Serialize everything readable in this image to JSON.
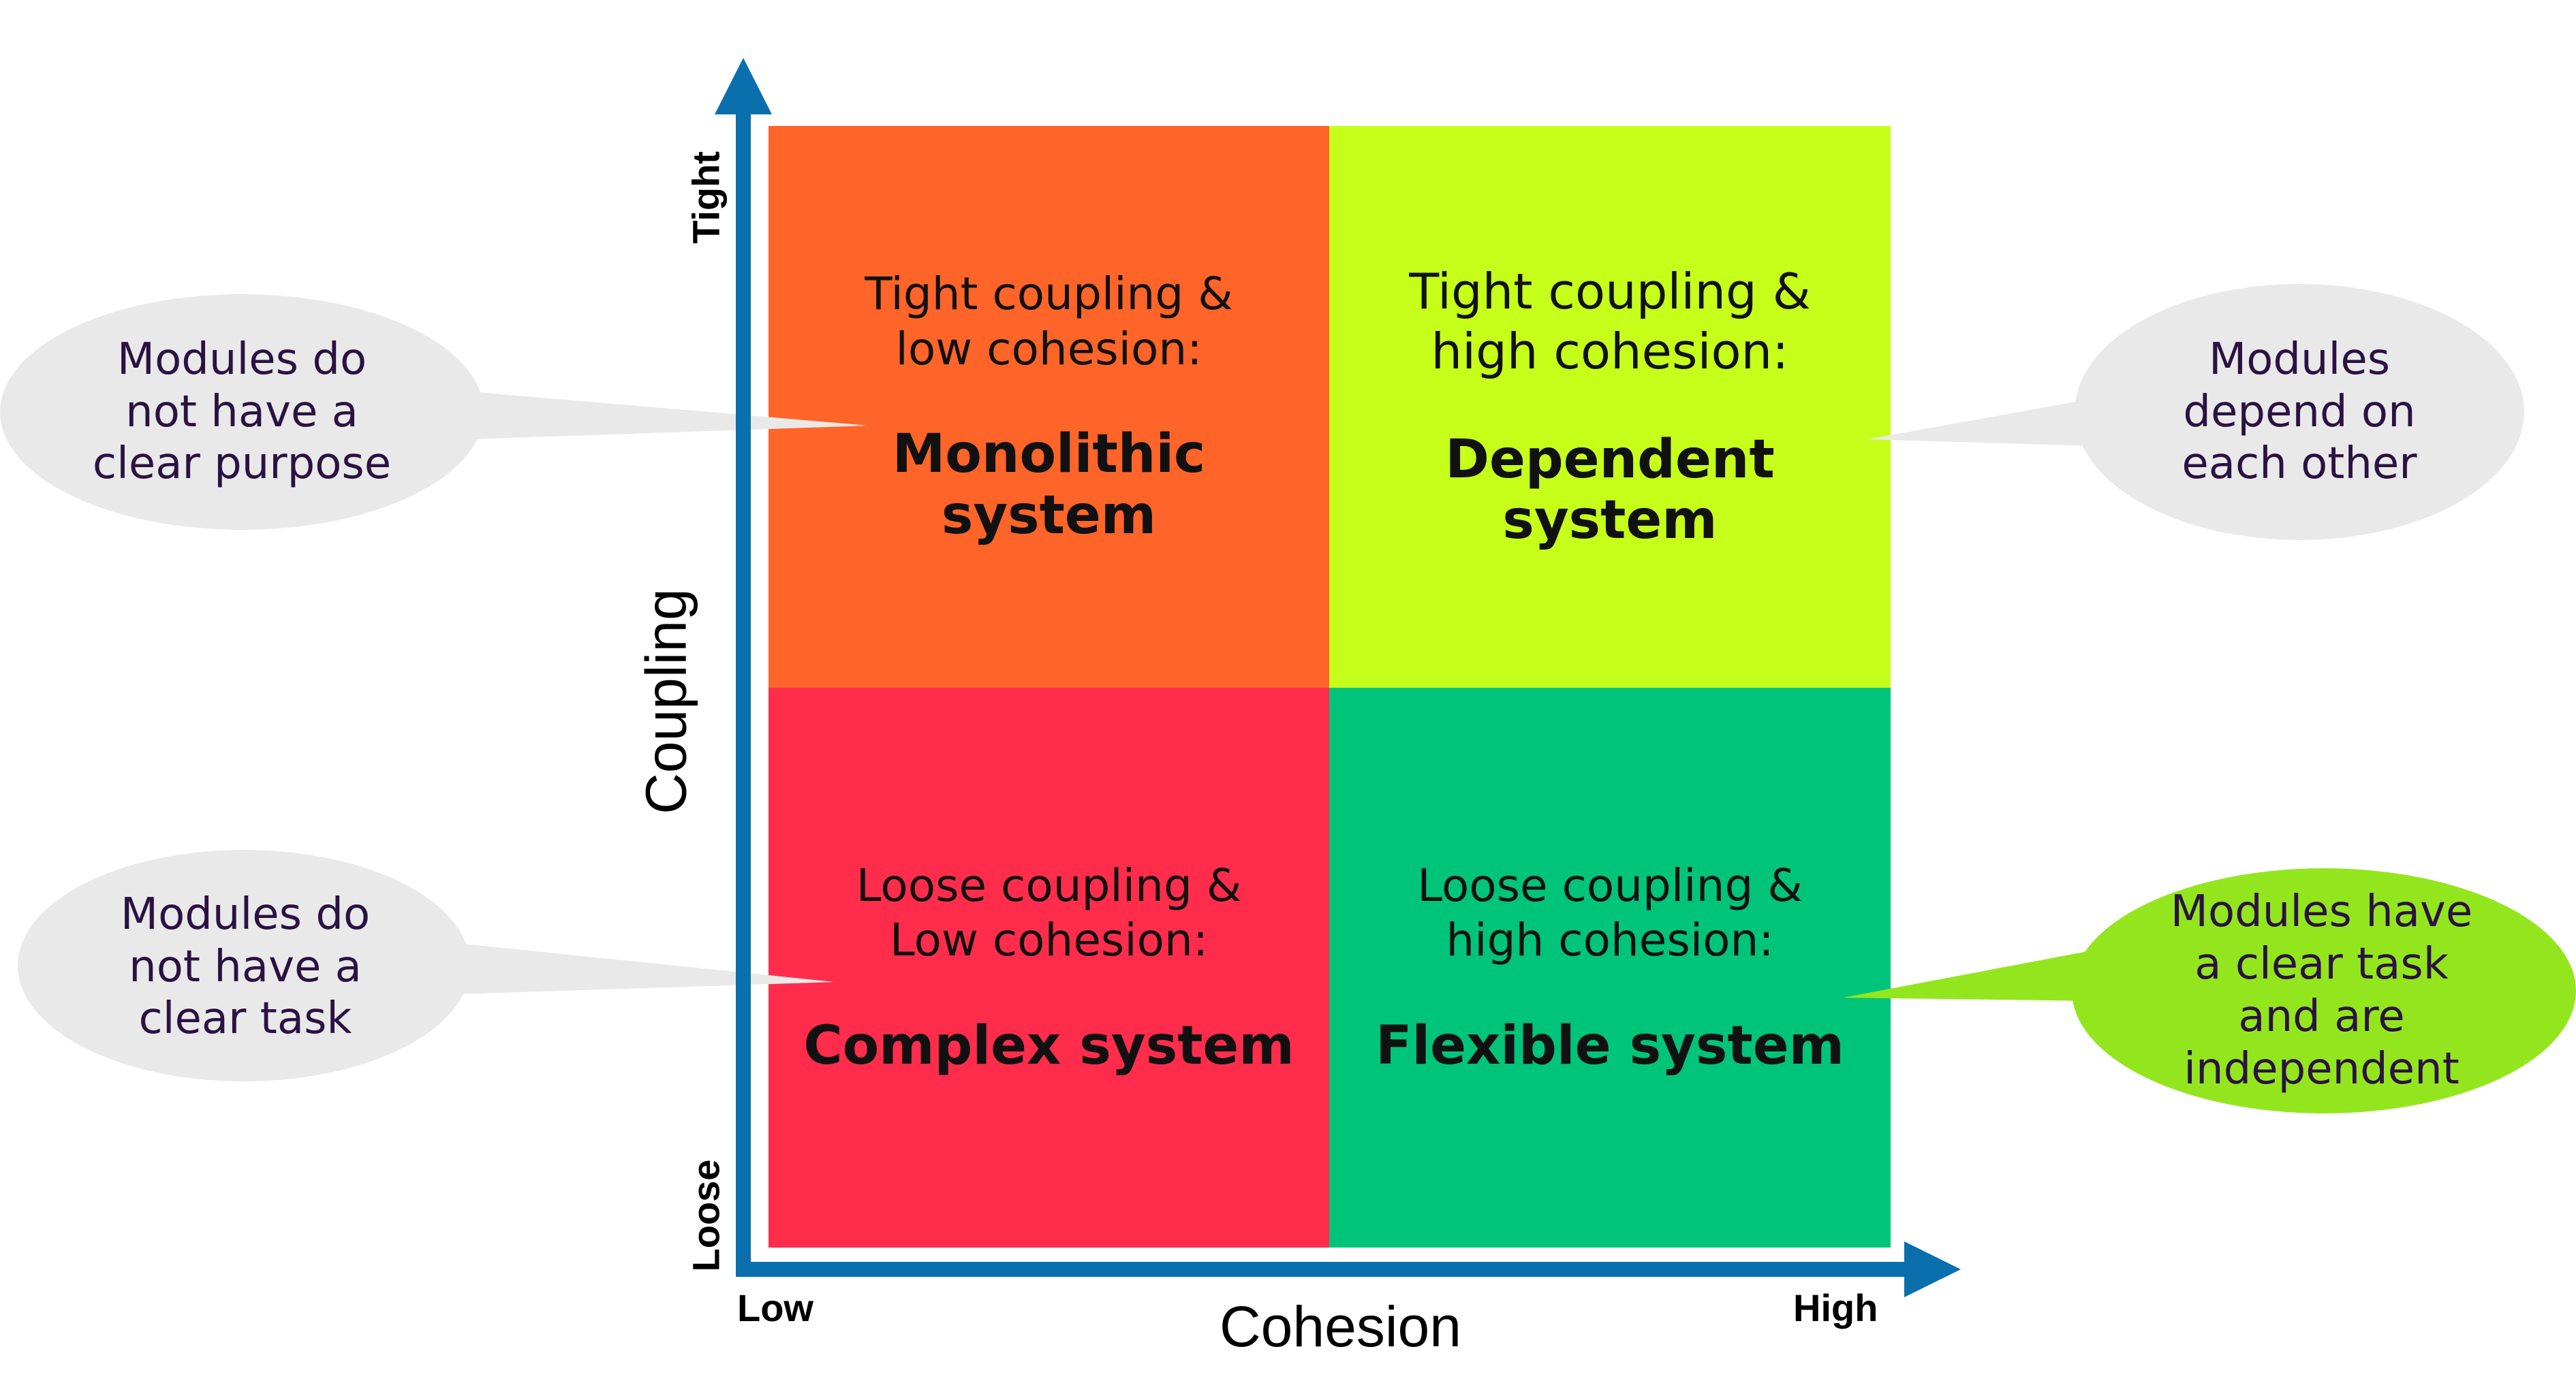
{
  "colors": {
    "axis": "#0a6fad",
    "quad_tl": "#ff6428",
    "quad_tr": "#c6ff1a",
    "quad_bl": "#ff2d4b",
    "quad_br": "#00c47a",
    "callout_gray": "#e9e9e9",
    "callout_green": "#93e61d"
  },
  "axes": {
    "y_title": "Coupling",
    "y_top": "Tight",
    "y_bottom": "Loose",
    "x_title": "Cohesion",
    "x_left": "Low",
    "x_right": "High"
  },
  "quadrants": {
    "tl": {
      "desc": "Tight coupling &\nlow cohesion:",
      "title": "Monolithic\nsystem"
    },
    "tr": {
      "desc": "Tight coupling &\nhigh cohesion:",
      "title": "Dependent\nsystem"
    },
    "bl": {
      "desc": "Loose coupling &\nLow cohesion:",
      "title": "Complex system"
    },
    "br": {
      "desc": "Loose coupling &\nhigh cohesion:",
      "title": "Flexible system"
    }
  },
  "callouts": {
    "tl": "Modules do\nnot have a\nclear purpose",
    "tr": "Modules\ndepend on\neach other",
    "bl": "Modules do\nnot have a\nclear task",
    "br": "Modules have\na clear task\nand are\nindependent"
  }
}
